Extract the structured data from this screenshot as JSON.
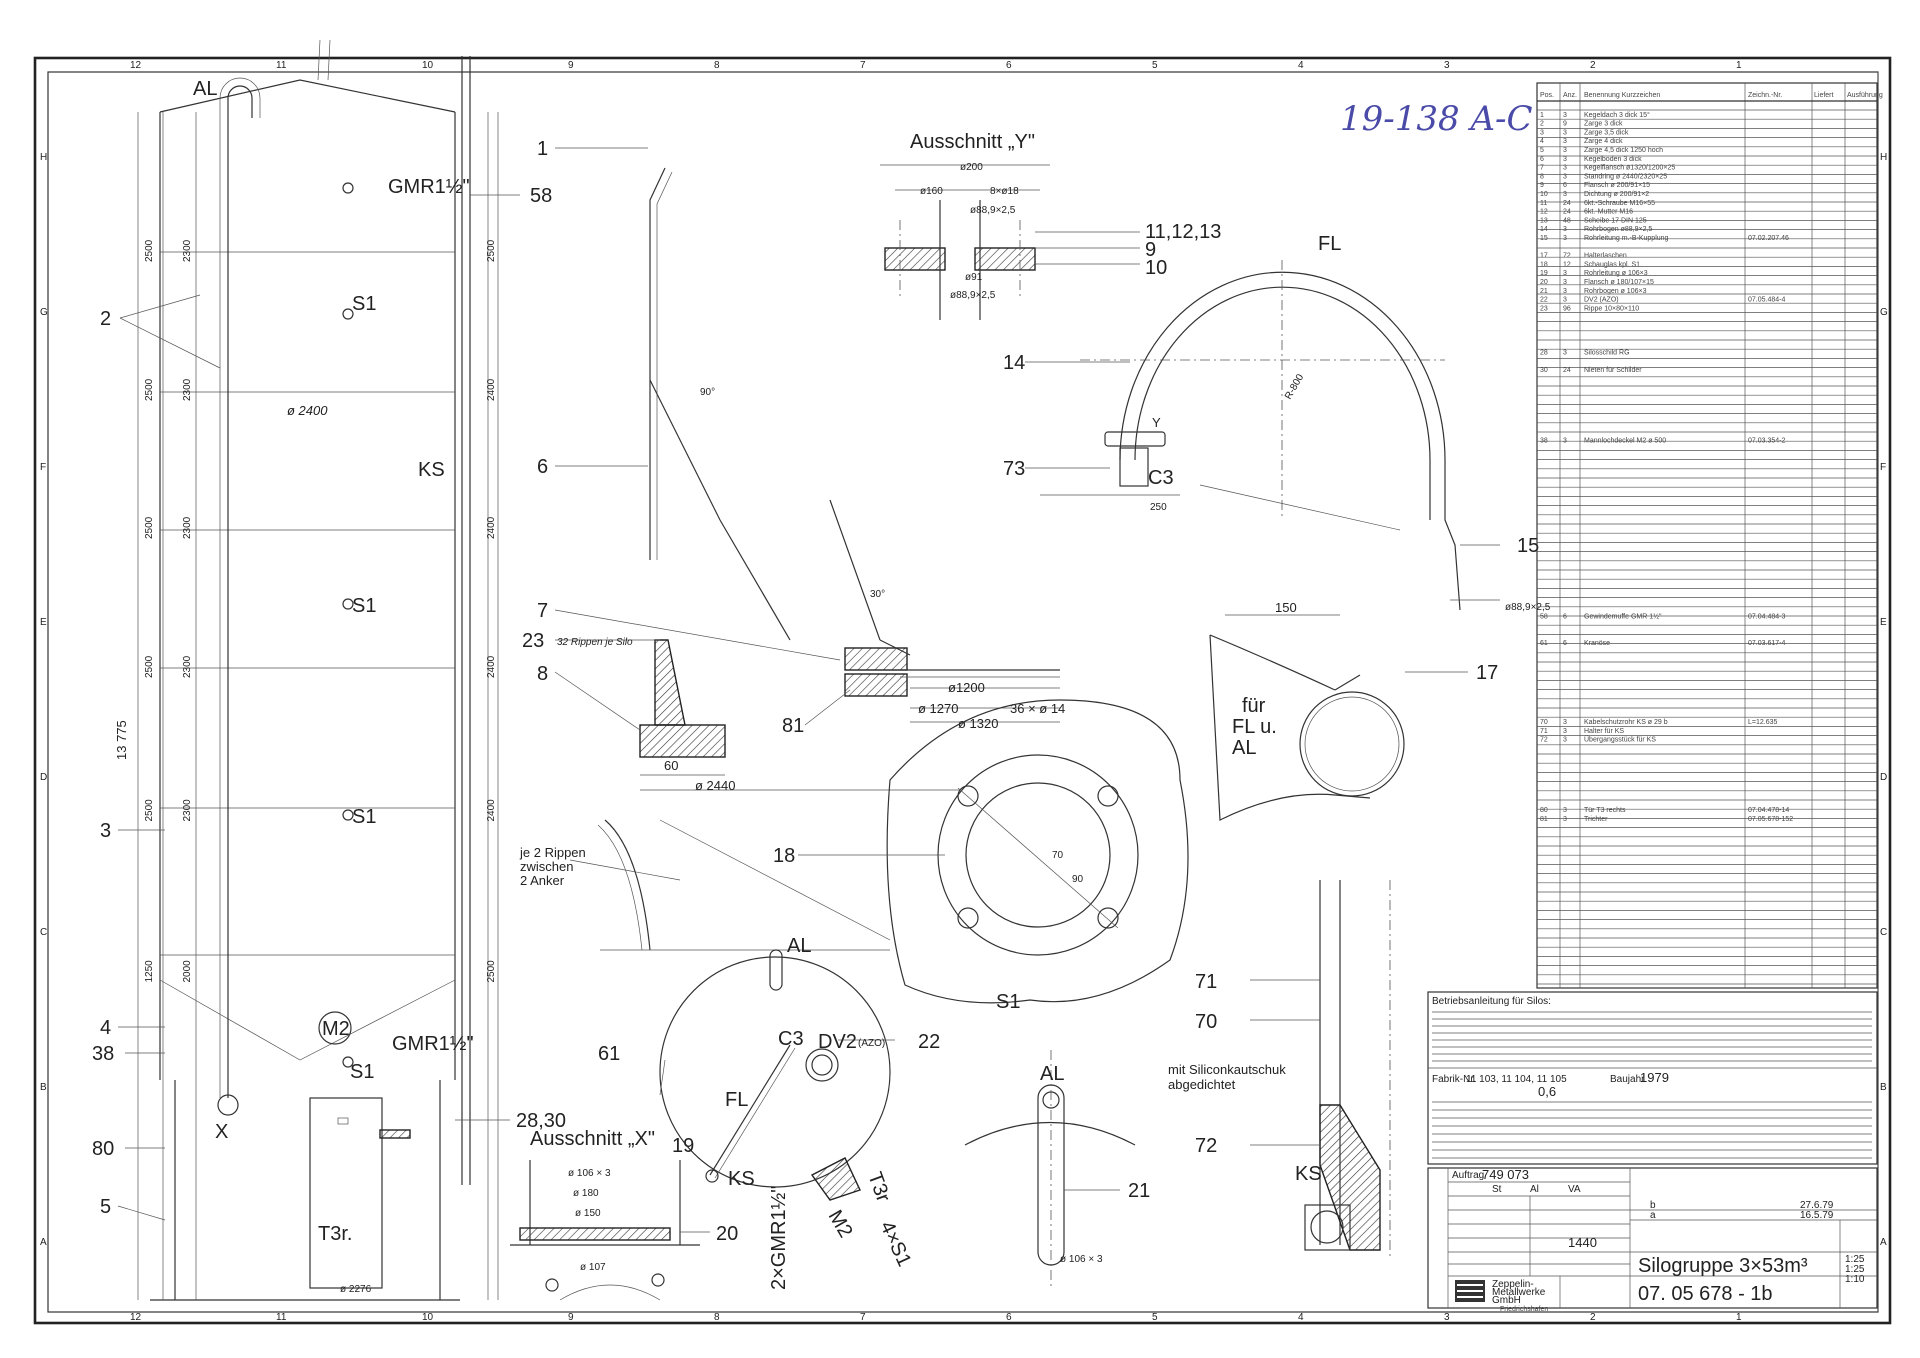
{
  "handwritten_ref": "19-138 A-C",
  "silo_view": {
    "labels": {
      "al": "AL",
      "gmr_top": "GMR1½\"",
      "s1_a": "S1",
      "s1_b": "S1",
      "s1_c": "S1",
      "ks": "KS",
      "m2": "M2",
      "gmr_bottom": "GMR1½\"",
      "s1_d": "S1",
      "x": "X",
      "t3r": "T3r."
    },
    "callouts": {
      "c58": "58",
      "c2": "2",
      "c3": "3",
      "c4": "4",
      "c38": "38",
      "c80": "80",
      "c5": "5",
      "c2830": "28,30"
    },
    "dims_left": [
      "2500",
      "2500",
      "2500",
      "2500",
      "2500",
      "1250"
    ],
    "dims_inner": [
      "2300",
      "2300",
      "2300",
      "2300",
      "2300",
      "2000"
    ],
    "dims_total": "13 775",
    "dims_right": [
      "2500",
      "2400",
      "2400",
      "2400",
      "2400",
      "2500"
    ],
    "dim_diameter": "ø 2400",
    "dim_base": "ø 2276"
  },
  "section_y": {
    "title": "Ausschnitt „Y\"",
    "d200": "ø200",
    "d160": "ø160",
    "d18": "8×ø18",
    "d889": "ø88,9×2,5",
    "d91": "ø91",
    "c111213": "11,12,13",
    "c9": "9",
    "c10": "10"
  },
  "detail_cone": {
    "c1": "1",
    "c6": "6",
    "c7": "7",
    "c23": "23",
    "c8": "8",
    "c81": "81",
    "ribs": "32 Rippen je Silo",
    "d60": "60",
    "d2440": "ø 2440",
    "d1200": "ø1200",
    "d1270": "ø 1270",
    "d1320": "ø 1320",
    "holes": "36 × ø 14",
    "a90": "90°",
    "a30": "30°"
  },
  "pipe_bend": {
    "fl": "FL",
    "c14": "14",
    "c73": "73",
    "c15": "15",
    "y": "Y",
    "c3": "C3",
    "r": "R-800",
    "d250": "250",
    "d889": "ø88,9×2,5"
  },
  "bracket": {
    "c17": "17",
    "text_line1": "für",
    "text_line2": "FL u.",
    "text_line3": "AL",
    "d150": "150"
  },
  "flange_s1": {
    "c18": "18",
    "s1": "S1",
    "d70": "70",
    "d90": "90"
  },
  "ribs_note": {
    "line1": "je 2 Rippen",
    "line2": "zwischen",
    "line3": "2 Anker"
  },
  "top_view": {
    "al": "AL",
    "c3": "C3",
    "dv2": "DV2",
    "dv2_sub": "(AZO)",
    "fl": "FL",
    "ks": "KS",
    "m2": "M2",
    "t3r": "T3r",
    "x4s1": "4×S1",
    "gmr": "2×GMR1½\"",
    "c61": "61",
    "c22": "22",
    "c19": "19"
  },
  "section_x": {
    "title": "Ausschnitt „X\"",
    "d106": "ø 106 × 3",
    "d180": "ø 180",
    "d150": "ø 150",
    "d107": "ø 107",
    "c20": "20"
  },
  "pipe_detail": {
    "c71": "71",
    "c70": "70",
    "c72": "72",
    "ks": "KS",
    "note_line1": "mit Siliconkautschuk",
    "note_line2": "abgedichtet",
    "c21": "21",
    "al": "AL",
    "d106": "ø 106 × 3"
  },
  "parts_list": {
    "headers": [
      "Pos.",
      "Anz.",
      "Benennung Kurzzeichen",
      "Zeichn.-Nr.",
      "Liefert",
      "Ausführung"
    ],
    "rows": [
      {
        "pos": "1",
        "qty": "3",
        "name": "Kegeldach 3 dick 15°",
        "dwg": ""
      },
      {
        "pos": "2",
        "qty": "9",
        "name": "Zarge 3 dick",
        "dwg": ""
      },
      {
        "pos": "3",
        "qty": "3",
        "name": "Zarge 3,5 dick",
        "dwg": ""
      },
      {
        "pos": "4",
        "qty": "3",
        "name": "Zarge 4 dick",
        "dwg": ""
      },
      {
        "pos": "5",
        "qty": "3",
        "name": "Zarge 4,5 dick 1250 hoch",
        "dwg": ""
      },
      {
        "pos": "6",
        "qty": "3",
        "name": "Kegelboden 3 dick",
        "dwg": ""
      },
      {
        "pos": "7",
        "qty": "3",
        "name": "Kegelflansch ø1320/1200×25",
        "dwg": ""
      },
      {
        "pos": "8",
        "qty": "3",
        "name": "Standring ø 2440/2320×25",
        "dwg": ""
      },
      {
        "pos": "9",
        "qty": "6",
        "name": "Flansch ø 200/91×15",
        "dwg": ""
      },
      {
        "pos": "10",
        "qty": "3",
        "name": "Dichtung ø 200/91×2",
        "dwg": ""
      },
      {
        "pos": "11",
        "qty": "24",
        "name": "6kt.-Schraube M16×55",
        "dwg": ""
      },
      {
        "pos": "12",
        "qty": "24",
        "name": "6kt.-Mutter M16",
        "dwg": ""
      },
      {
        "pos": "13",
        "qty": "48",
        "name": "Scheibe 17 DIN 125",
        "dwg": ""
      },
      {
        "pos": "14",
        "qty": "3",
        "name": "Rohrbogen ø88,9×2,5",
        "dwg": ""
      },
      {
        "pos": "15",
        "qty": "3",
        "name": "Rohrleitung m.-B-Kupplung",
        "dwg": "07.02.207.46"
      },
      {
        "pos": "17",
        "qty": "72",
        "name": "Halterlaschen",
        "dwg": ""
      },
      {
        "pos": "18",
        "qty": "12",
        "name": "Schauglas kpl. S1",
        "dwg": ""
      },
      {
        "pos": "19",
        "qty": "3",
        "name": "Rohrleitung ø 106×3",
        "dwg": ""
      },
      {
        "pos": "20",
        "qty": "3",
        "name": "Flansch ø 180/107×15",
        "dwg": ""
      },
      {
        "pos": "21",
        "qty": "3",
        "name": "Rohrbogen ø 106×3",
        "dwg": ""
      },
      {
        "pos": "22",
        "qty": "3",
        "name": "DV2 (AZO)",
        "dwg": "07.05.484-4"
      },
      {
        "pos": "23",
        "qty": "96",
        "name": "Rippe 10×80×110",
        "dwg": ""
      },
      {
        "pos": "28",
        "qty": "3",
        "name": "Silosschild RG",
        "dwg": ""
      },
      {
        "pos": "30",
        "qty": "24",
        "name": "Nieten für Schilder",
        "dwg": ""
      },
      {
        "pos": "38",
        "qty": "3",
        "name": "Mannlochdeckel M2 ø 500",
        "dwg": "07.03.354-2"
      },
      {
        "pos": "58",
        "qty": "6",
        "name": "Gewindemuffe GMR 1½\"",
        "dwg": "07.04.484-3"
      },
      {
        "pos": "61",
        "qty": "6",
        "name": "Kranöse",
        "dwg": "07.03.617-4"
      },
      {
        "pos": "70",
        "qty": "3",
        "name": "Kabelschutzrohr KS ø 29 b",
        "dwg": "L=12.635"
      },
      {
        "pos": "71",
        "qty": "3",
        "name": "Halter für KS",
        "dwg": ""
      },
      {
        "pos": "72",
        "qty": "3",
        "name": "Übergangsstück für KS",
        "dwg": ""
      },
      {
        "pos": "80",
        "qty": "3",
        "name": "Tür T3 rechts",
        "dwg": "07.04.478-14"
      },
      {
        "pos": "81",
        "qty": "3",
        "name": "Trichter",
        "dwg": "07.05.678-152"
      }
    ]
  },
  "notes_block": {
    "title": "Betriebsanleitung für Silos:",
    "fabrik_label": "Fabrik-Nr.",
    "fabrik": "11 103, 11 104, 11 105",
    "baujahr_label": "Baujahr",
    "baujahr": "1979",
    "schuettgewicht": "0,6"
  },
  "title_block": {
    "auftrag_label": "Auftrag",
    "auftrag": "749 073",
    "material_a": "St",
    "material_b": "Al",
    "material_c": "VA",
    "title": "Silogruppe 3×53m³",
    "drawing_no": "07. 05 678 - 1b",
    "company_line1": "Zeppelin-",
    "company_line2": "Metallwerke",
    "company_line3": "GmbH",
    "company_line4": "Friedrichshafen",
    "weight": "1440",
    "scales": [
      "1:25",
      "1:25",
      "1:10"
    ],
    "revision_a": "b",
    "revision_b": "a",
    "revision_a_date": "27.6.79",
    "revision_b_date": "16.5.79"
  },
  "grid": {
    "columns": [
      "12",
      "11",
      "10",
      "9",
      "8",
      "7",
      "6",
      "5",
      "4",
      "3",
      "2",
      "1"
    ],
    "rows": [
      "H",
      "G",
      "F",
      "E",
      "D",
      "C",
      "B",
      "A"
    ]
  }
}
